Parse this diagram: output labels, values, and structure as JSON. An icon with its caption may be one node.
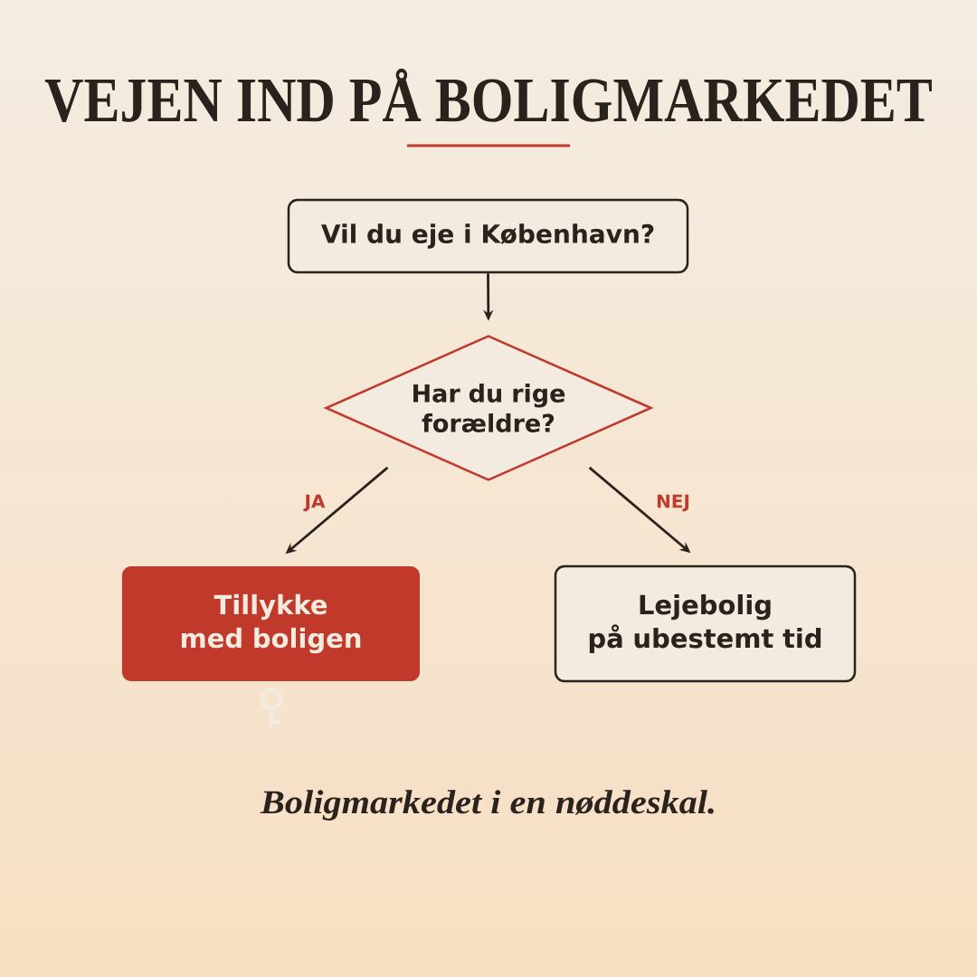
{
  "diagram": {
    "title": "VEJEN IND PÅ BOLIGMARKEDET",
    "caption": "Boligmarkedet i en nøddeskal.",
    "nodes": [
      {
        "text": [
          "Vil du eje i København?"
        ]
      },
      {
        "text": [
          "Har du rige forældre?"
        ]
      },
      {
        "text": [
          "Tillykke med boligen"
        ]
      },
      {
        "text": [
          "Lejebolig på ubestemt tid"
        ]
      }
    ],
    "edges": [
      {
        "from": 0,
        "to": 1,
        "arrow": "to"
      },
      {
        "from": 1,
        "to": 2,
        "arrow": "to",
        "label": "JA"
      },
      {
        "from": 1,
        "to": 3,
        "arrow": "to",
        "label": "NEJ"
      }
    ]
  }
}
